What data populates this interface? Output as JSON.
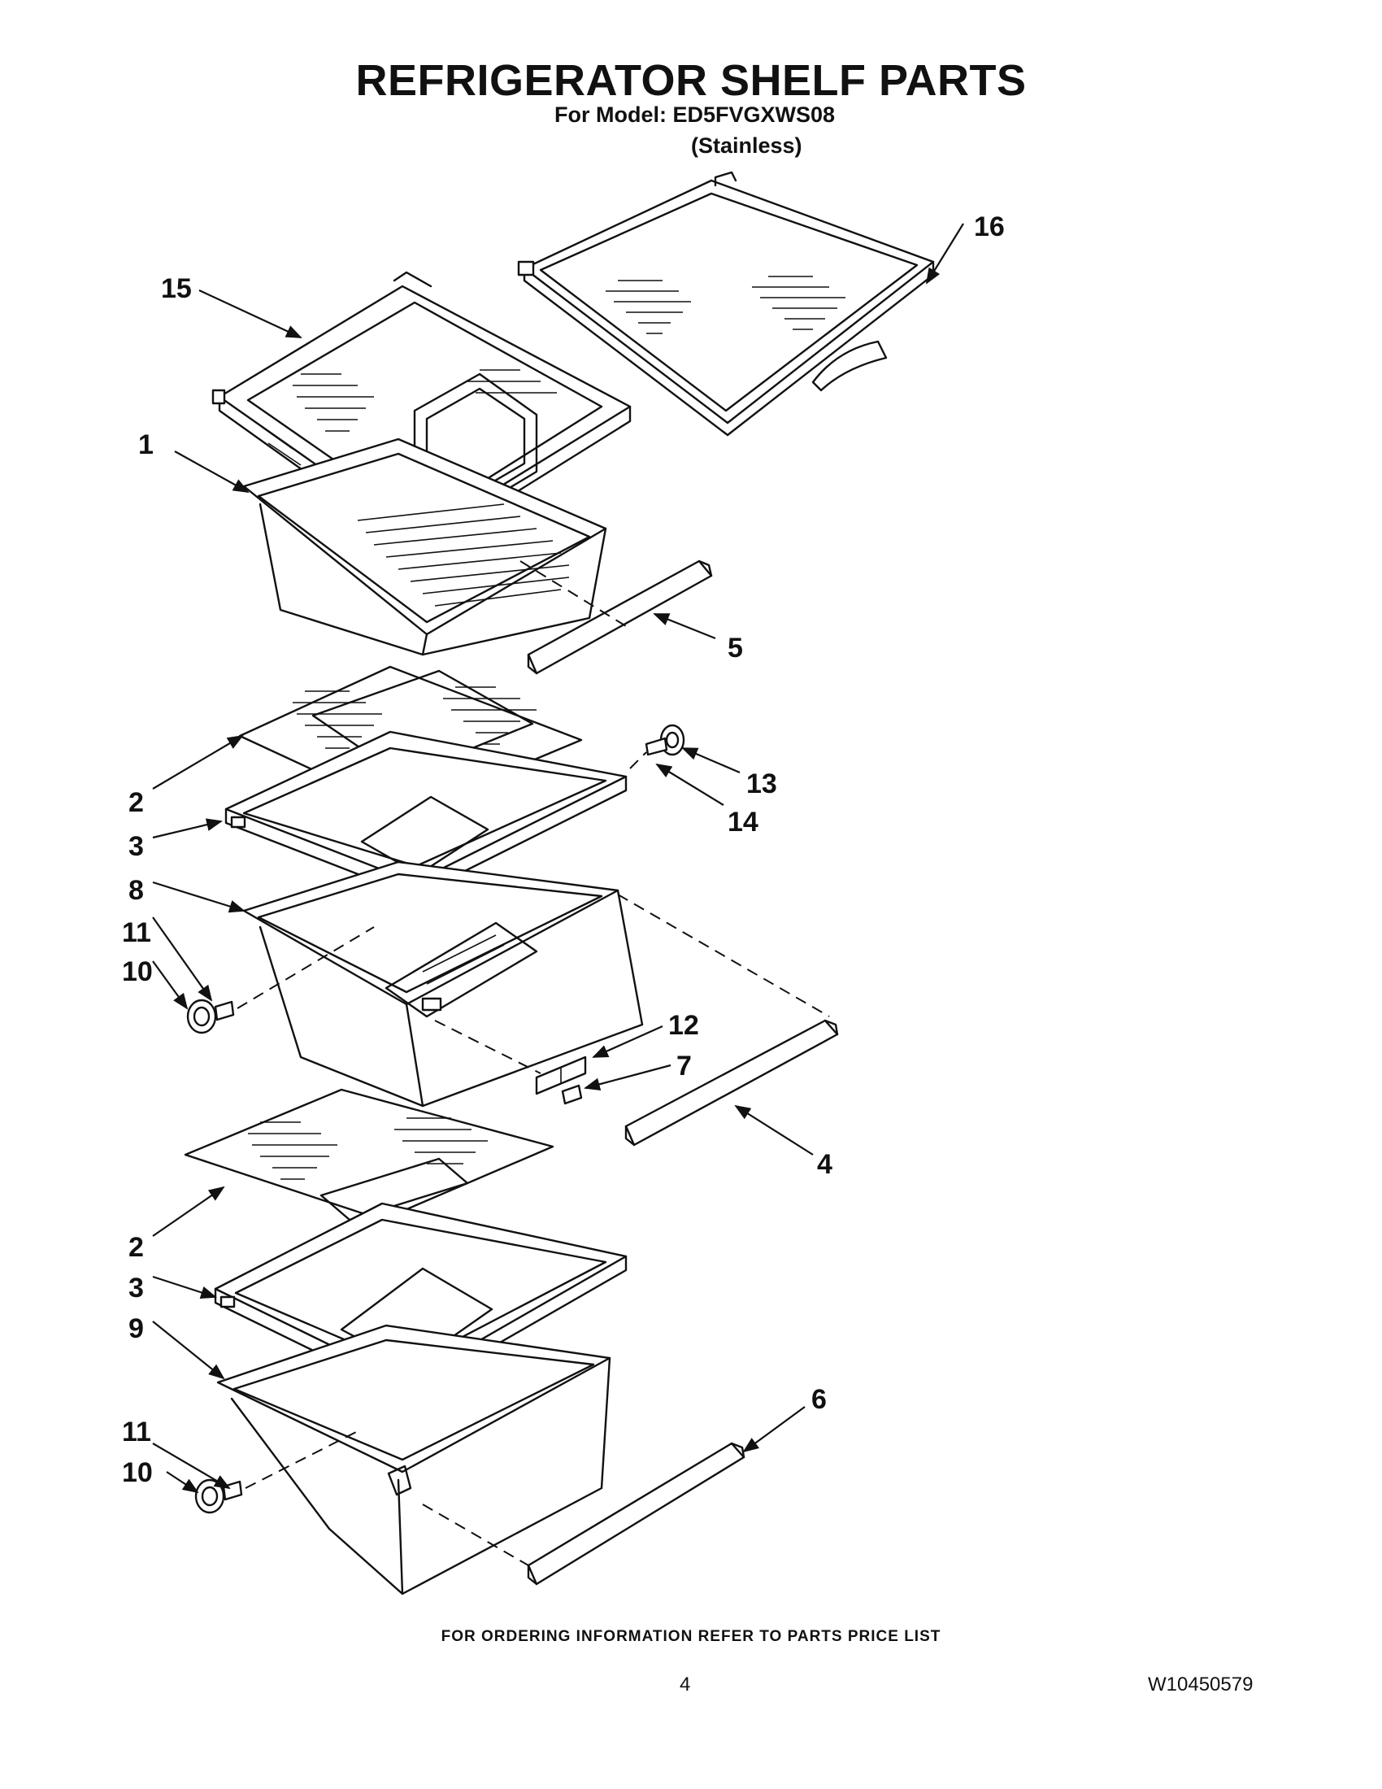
{
  "header": {
    "title": "REFRIGERATOR SHELF PARTS",
    "model_line": "For Model: ED5FVGXWS08",
    "variant": "(Stainless)"
  },
  "callouts": {
    "c1": "1",
    "c2a": "2",
    "c2b": "2",
    "c3a": "3",
    "c3b": "3",
    "c4": "4",
    "c5": "5",
    "c6": "6",
    "c7": "7",
    "c8": "8",
    "c9": "9",
    "c10a": "10",
    "c10b": "10",
    "c11a": "11",
    "c11b": "11",
    "c12": "12",
    "c13": "13",
    "c14": "14",
    "c15": "15",
    "c16": "16"
  },
  "footer": {
    "ordering_note": "FOR ORDERING INFORMATION REFER TO PARTS PRICE LIST",
    "page_number": "4",
    "doc_number": "W10450579"
  }
}
